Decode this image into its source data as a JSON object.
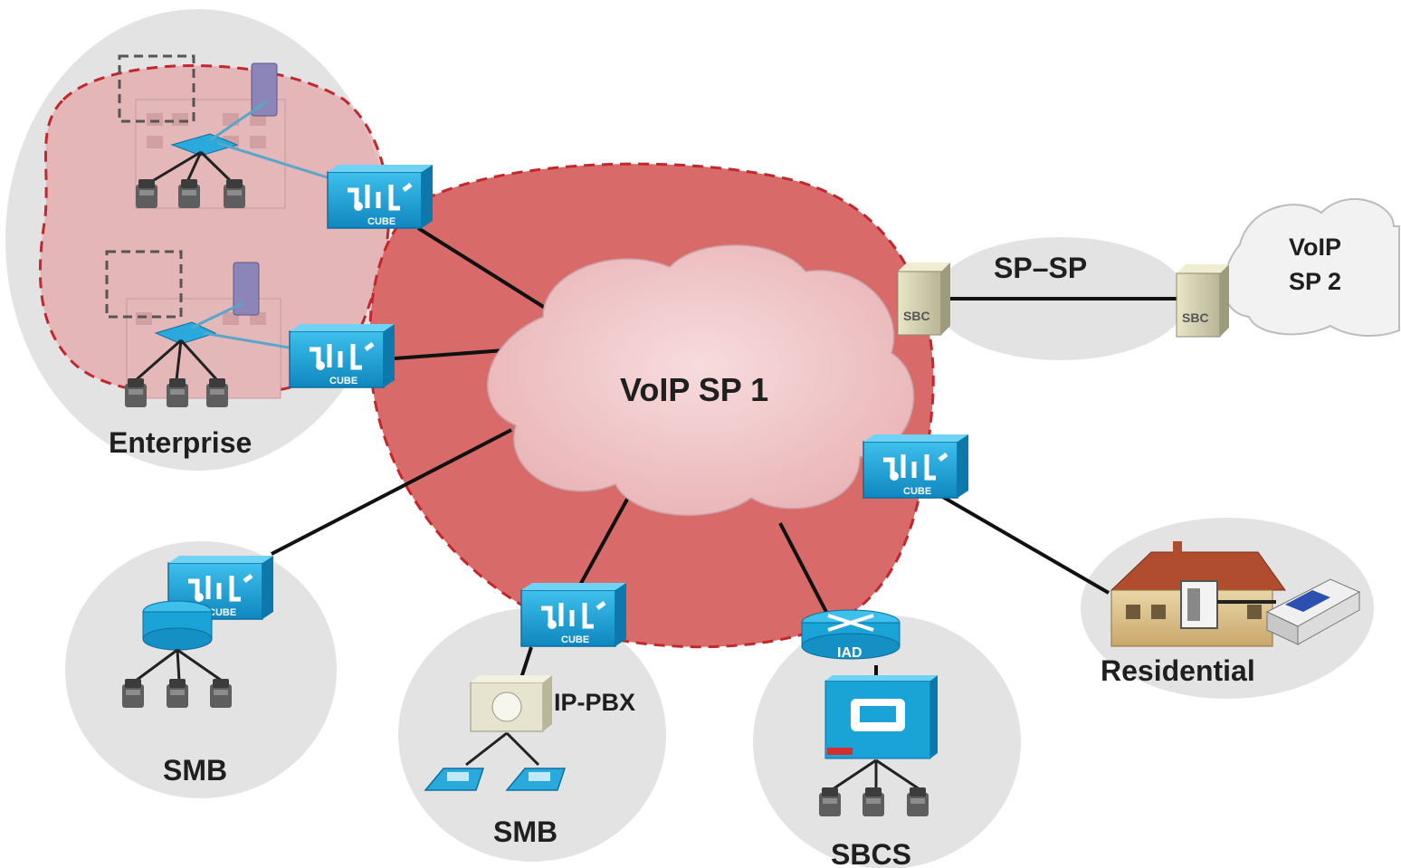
{
  "labels": {
    "voip_sp1": "VoIP SP 1",
    "voip_sp2_line1": "VoIP",
    "voip_sp2_line2": "SP 2",
    "sp_sp": "SP–SP",
    "enterprise": "Enterprise",
    "smb_left": "SMB",
    "smb_middle": "SMB",
    "sbcs": "SBCS",
    "residential": "Residential",
    "ip_pbx": "IP-PBX",
    "iad": "IAD",
    "sbc_left": "SBC",
    "sbc_right": "SBC",
    "cube": "CUBE"
  },
  "colors": {
    "trust_zone": "#d96a6a",
    "trust_border": "#c0282d",
    "site_bubble": "#e4e3e3",
    "sp_cloud": "#f3c9cb",
    "cube_blue": "#1aa3d6",
    "link": "#111111"
  },
  "icons": [
    "cube-router-icon",
    "sbc-server-icon",
    "iad-router-icon",
    "ip-pbx-icon",
    "ip-phone-icon",
    "call-manager-icon",
    "house-icon",
    "modem-icon",
    "building-icon"
  ]
}
